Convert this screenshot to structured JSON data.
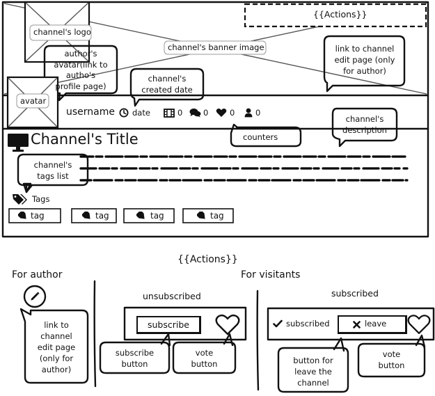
{
  "banner": {
    "logo_label": "channel's logo",
    "banner_label": "channel's banner image",
    "actions_placeholder": "{{Actions}}",
    "edit_link_note": [
      "link to channel",
      "edit page (only",
      "for author)"
    ],
    "author_avatar_note": [
      "author's",
      "avatar(link to",
      "autho's",
      "profile page)"
    ],
    "created_date_note": [
      "channel's",
      "created date"
    ]
  },
  "info_bar": {
    "avatar_label": "avatar",
    "username": "username",
    "date": "date",
    "counters": [
      "0",
      "0",
      "0",
      "0"
    ],
    "counters_note": "counters",
    "description_note": [
      "channel's",
      "description"
    ]
  },
  "content": {
    "title": "Channel's Title",
    "tags_note": [
      "channel's",
      "tags list"
    ],
    "tags_heading": "Tags",
    "tags": [
      "tag",
      "tag",
      "tag",
      "tag"
    ]
  },
  "actions": {
    "heading": "{{Actions}}",
    "for_author": "For author",
    "author_note": [
      "link to",
      "channel",
      "edit page",
      "(only for",
      "author)"
    ],
    "for_visitants": "For visitants",
    "unsubscribed": {
      "heading": "unsubscribed",
      "subscribe_label": "subscribe",
      "subscribe_note": [
        "subscribe",
        "button"
      ],
      "vote_note": [
        "vote",
        "button"
      ]
    },
    "subscribed": {
      "heading": "subscribed",
      "status_label": "subscribed",
      "leave_label": "leave",
      "leave_note": [
        "button for",
        "leave the",
        "channel"
      ],
      "vote_note": [
        "vote",
        "button"
      ]
    }
  },
  "colors": {
    "ink": "#111111",
    "paper": "#ffffff"
  }
}
